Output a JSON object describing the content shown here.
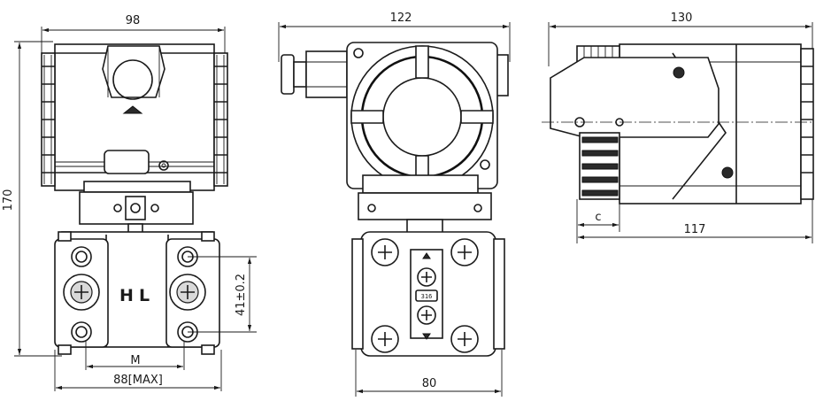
{
  "front_view": {
    "width_label": "98",
    "height_label": "170",
    "flange_spacing_label": "41±0.2",
    "thread_label": "M",
    "base_width_label": "88[MAX]",
    "high_side_label": "H",
    "low_side_label": "L"
  },
  "side_view": {
    "width_label": "122",
    "base_width_label": "80",
    "plate_tag": "316"
  },
  "top_view": {
    "length_label": "130",
    "body_length_label": "117",
    "clearance_label": "c"
  }
}
